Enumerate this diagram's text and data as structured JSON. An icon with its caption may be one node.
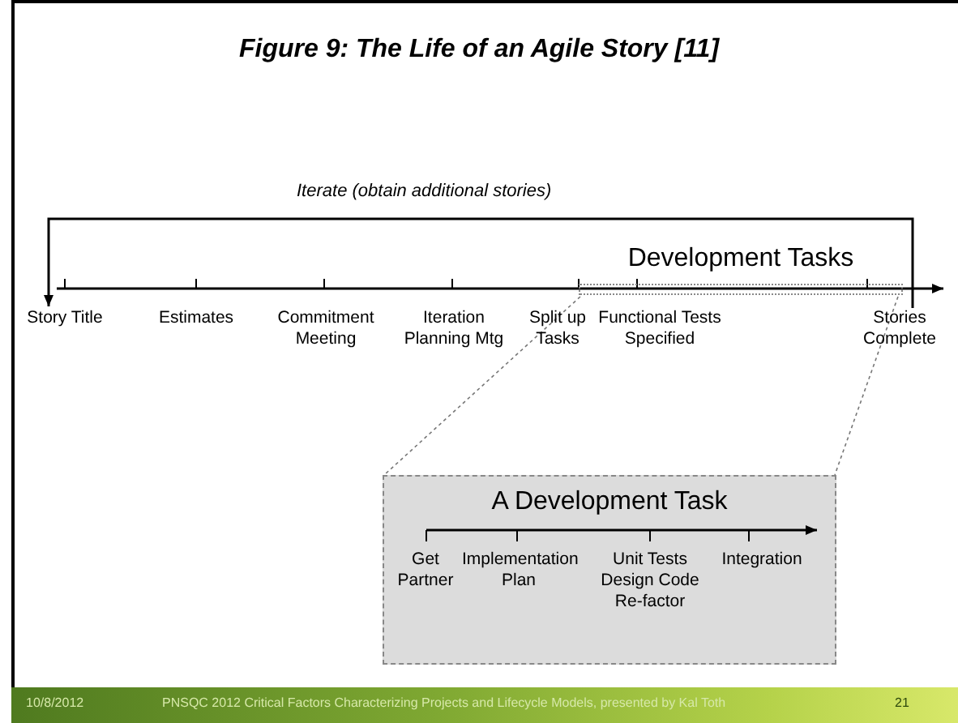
{
  "diagram": {
    "title": "Figure 9: The Life of an Agile Story [11]",
    "nodes": [
      {
        "text": [
          "Story Title"
        ]
      },
      {
        "text": [
          "Estimates"
        ]
      },
      {
        "text": [
          "Commitment Meeting"
        ]
      },
      {
        "text": [
          "Iteration Planning Mtg"
        ]
      },
      {
        "text": [
          "Split up Tasks"
        ]
      },
      {
        "text": [
          "Functional Tests Specified"
        ]
      },
      {
        "text": [
          "Stories Complete"
        ]
      },
      {
        "text": [
          "Development Tasks"
        ]
      },
      {
        "text": [
          "A Development Task"
        ]
      },
      {
        "text": [
          "Get Partner"
        ],
        "in": 8
      },
      {
        "text": [
          "Implementation Plan"
        ],
        "in": 8
      },
      {
        "text": [
          "Unit Tests Design Code Re-factor"
        ],
        "in": 8
      },
      {
        "text": [
          "Integration"
        ],
        "in": 8
      }
    ],
    "edges": [
      {
        "from": 6,
        "to": 0,
        "arrow": "to",
        "label": "Iterate (obtain additional stories)",
        "color": "#000000"
      },
      {
        "from": 7,
        "to": 8,
        "arrow": "none",
        "style": "dashed",
        "color": "#777777"
      },
      {
        "from": 7,
        "to": 8,
        "arrow": "none",
        "style": "dashed",
        "color": "#777777"
      },
      {
        "from": 0,
        "to": 6,
        "arrow": "to",
        "color": "#000000"
      },
      {
        "from": 9,
        "to": 12,
        "arrow": "to",
        "color": "#000000"
      }
    ],
    "labels": [
      "10/8/2012",
      "PNSQC 2012 Critical Factors Characterizing Projects and Lifecycle Models, presented by Kal Toth",
      "21"
    ]
  }
}
